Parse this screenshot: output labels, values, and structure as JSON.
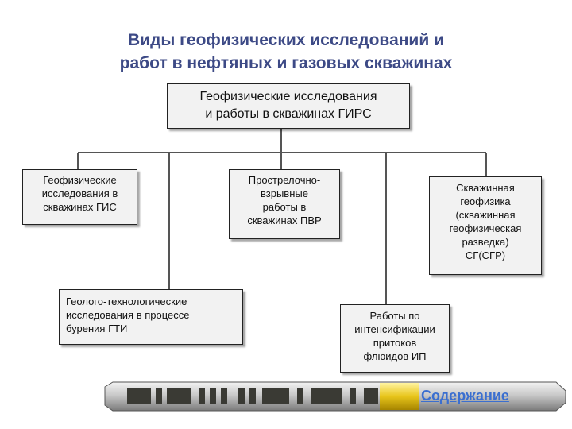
{
  "slide_title": {
    "line1": "Виды геофизических исследований и",
    "line2": "работ в нефтяных и газовых скважинах"
  },
  "nodes": {
    "root": [
      "Геофизические исследования",
      "и работы в скважинах ГИРС"
    ],
    "gis": [
      "Геофизические",
      "исследования в",
      "скважинах ГИС"
    ],
    "pvr": [
      "Прострелочно-",
      "взрывные",
      "работы в",
      "скважинах ПВР"
    ],
    "sg": [
      "Скважинная",
      "геофизика",
      "(скважинная",
      "геофизическая",
      "разведка)",
      "СГ(СГР)"
    ],
    "gti": [
      "Геолого-технологические",
      "исследования в процессе",
      "бурения ГТИ"
    ],
    "ip": [
      "Работы по",
      "интенсификации",
      "притоков",
      "флюидов ИП"
    ]
  },
  "colors": {
    "title": "#3d4a86",
    "link": "#3b6fd0",
    "tool_body": "#c9c9c9",
    "tool_highlight": "#e8c51a"
  },
  "nav": {
    "contents_label": "Содержание"
  }
}
